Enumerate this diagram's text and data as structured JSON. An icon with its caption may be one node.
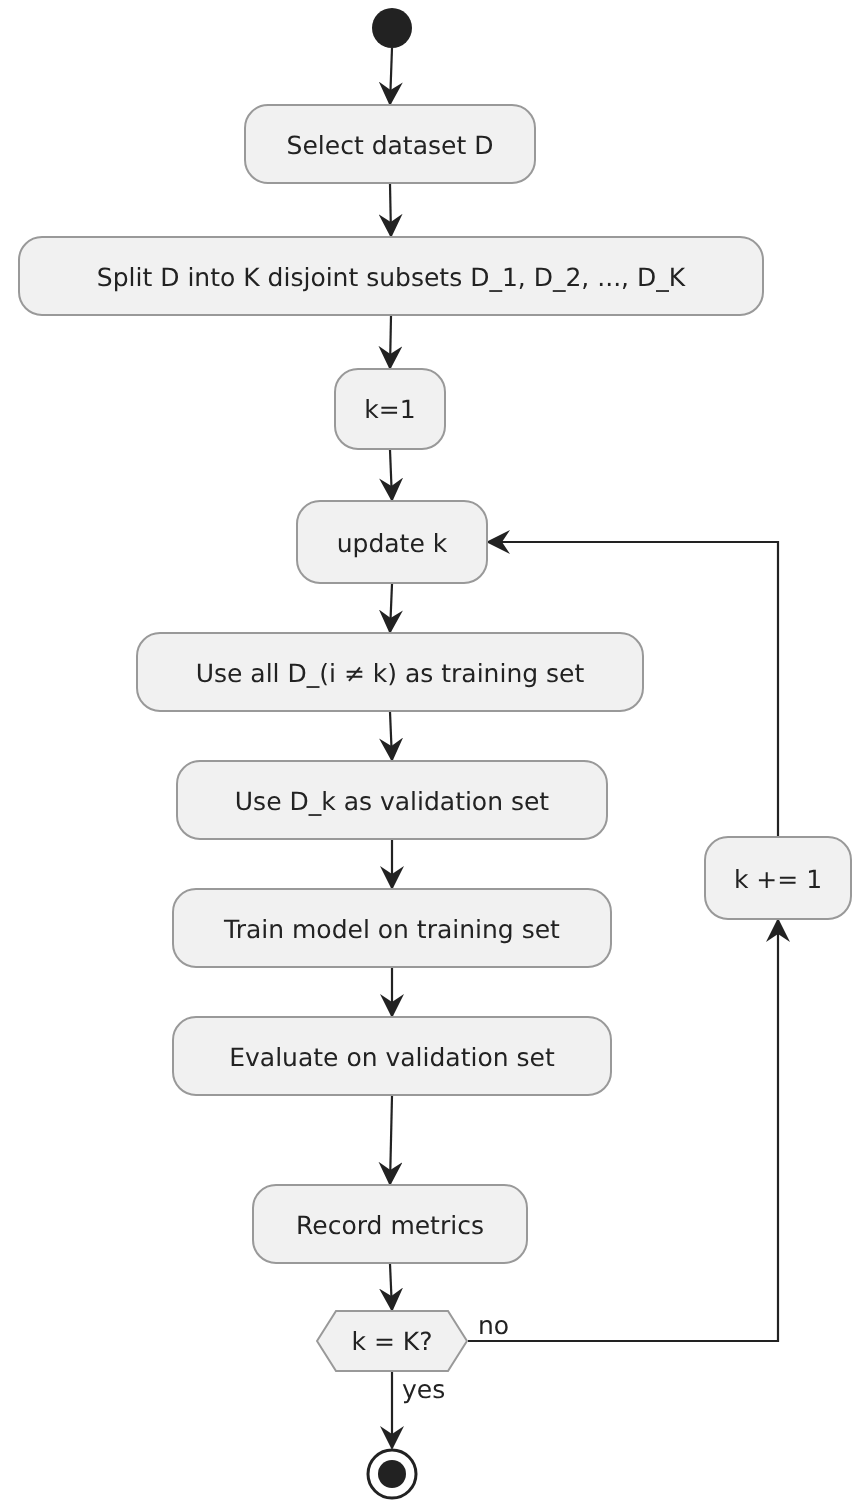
{
  "diagram": {
    "nodes": [
      {
        "text": [],
        "shape": "circle"
      },
      {
        "text": [
          "Select dataset D"
        ]
      },
      {
        "text": [
          "Split D into K disjoint subsets D_1, D_2, ..., D_K"
        ]
      },
      {
        "text": [
          "k=1"
        ]
      },
      {
        "text": [
          "update k"
        ]
      },
      {
        "text": [
          "Use all D_(i ≠ k) as training set"
        ]
      },
      {
        "text": [
          "Use D_k as validation set"
        ]
      },
      {
        "text": [
          "Train model on training set"
        ]
      },
      {
        "text": [
          "Evaluate on validation set"
        ]
      },
      {
        "text": [
          "Record metrics"
        ]
      },
      {
        "text": [
          "k = K?"
        ]
      },
      {
        "text": [
          "k += 1"
        ]
      },
      {
        "text": [],
        "shape": "circle"
      }
    ],
    "edges": [
      {
        "from": 0,
        "to": 1,
        "arrow": "to"
      },
      {
        "from": 1,
        "to": 2,
        "arrow": "to"
      },
      {
        "from": 2,
        "to": 3,
        "arrow": "to"
      },
      {
        "from": 3,
        "to": 4,
        "arrow": "to"
      },
      {
        "from": 4,
        "to": 5,
        "arrow": "to"
      },
      {
        "from": 5,
        "to": 6,
        "arrow": "to"
      },
      {
        "from": 6,
        "to": 7,
        "arrow": "to"
      },
      {
        "from": 7,
        "to": 8,
        "arrow": "to"
      },
      {
        "from": 8,
        "to": 9,
        "arrow": "to"
      },
      {
        "from": 9,
        "to": 10,
        "arrow": "to"
      },
      {
        "from": 10,
        "to": 12,
        "label": "yes",
        "arrow": "to"
      },
      {
        "from": 10,
        "to": 11,
        "label": "no",
        "arrow": "to"
      },
      {
        "from": 11,
        "to": 4,
        "arrow": "to"
      }
    ]
  }
}
